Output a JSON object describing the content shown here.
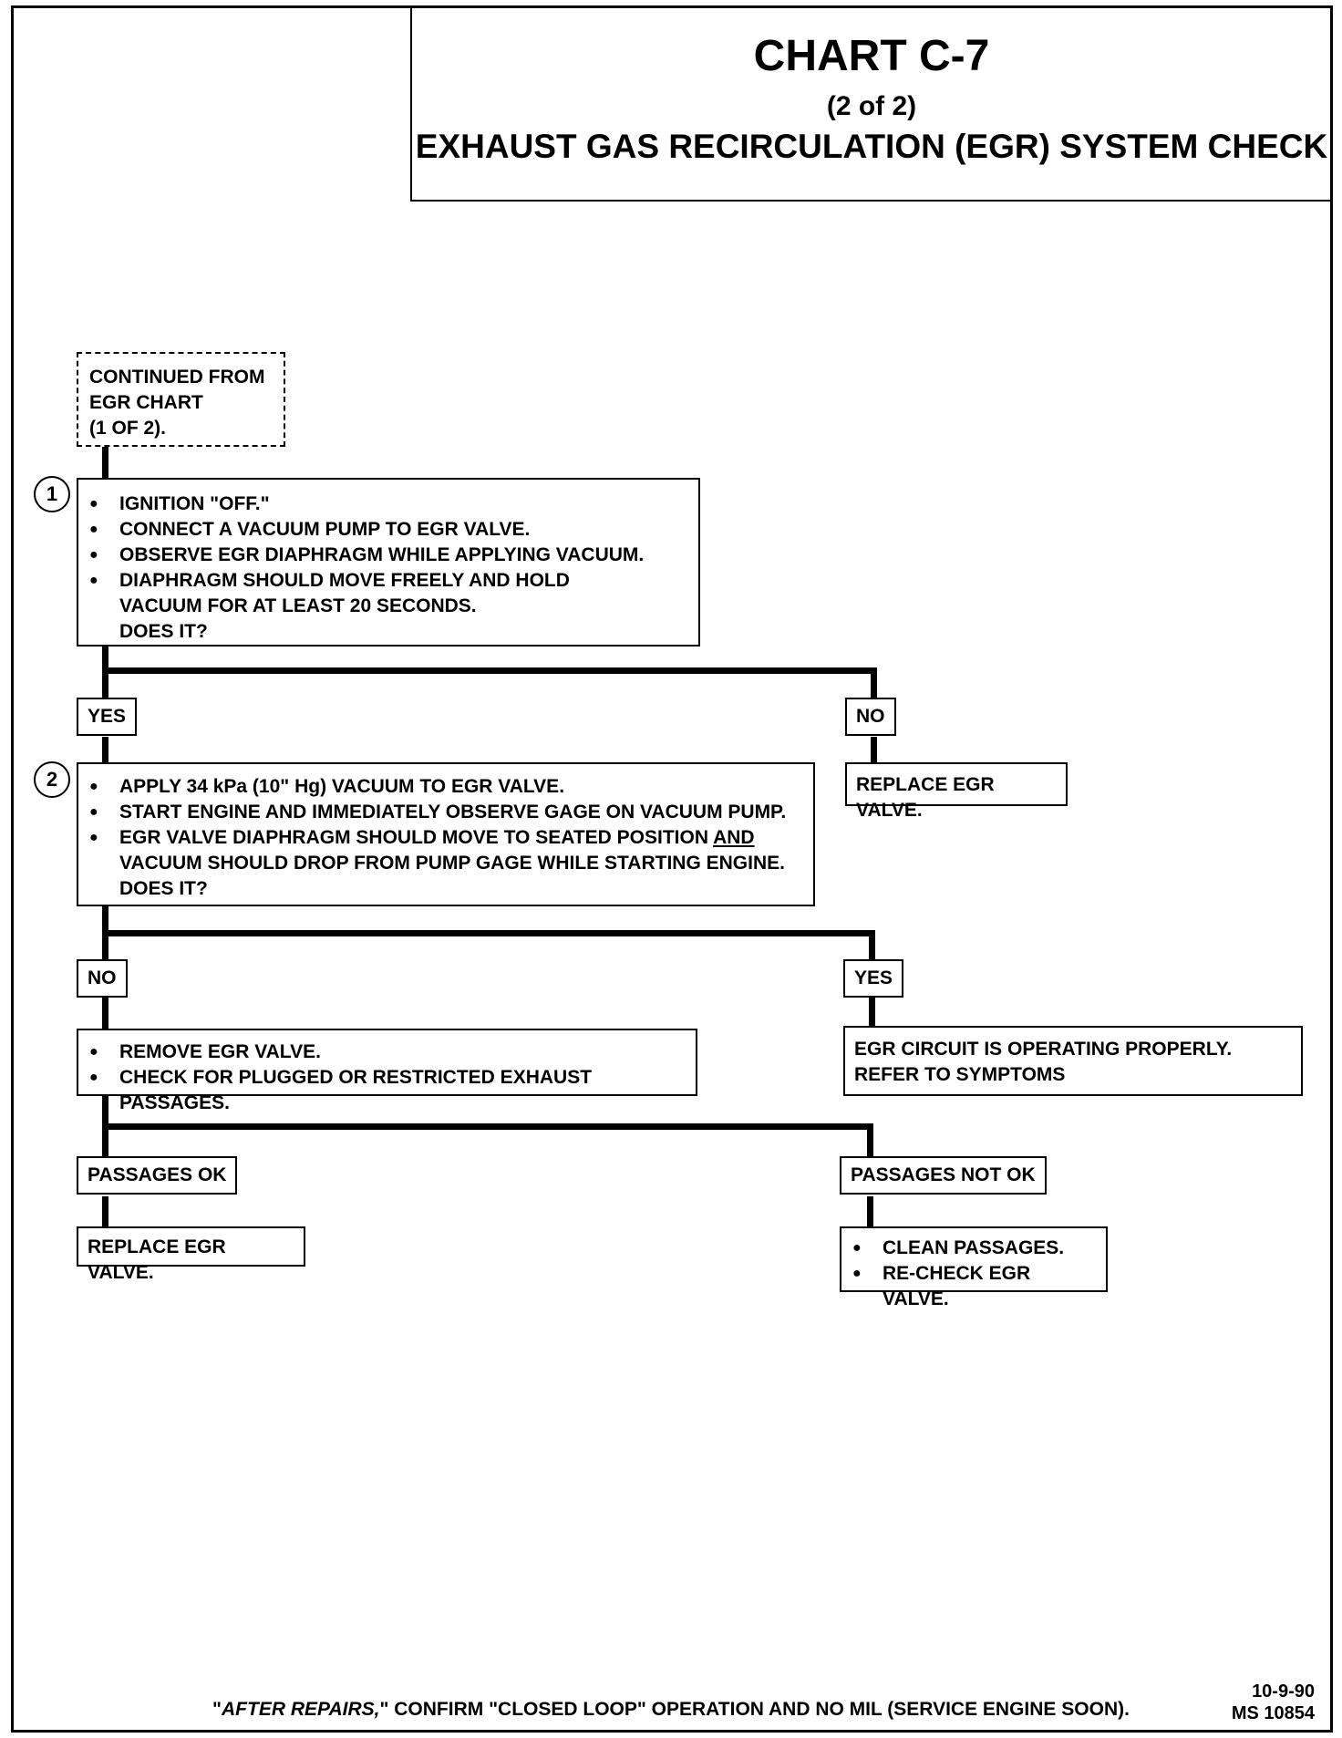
{
  "header": {
    "title": "CHART C-7",
    "subtitle": "(2 of 2)",
    "description": "EXHAUST GAS RECIRCULATION (EGR) SYSTEM CHECK"
  },
  "start": {
    "lines": [
      "CONTINUED FROM",
      "EGR CHART",
      "(1 OF 2)."
    ]
  },
  "step1": {
    "number": "1",
    "bullets": [
      "IGNITION \"OFF.\"",
      "CONNECT A VACUUM PUMP TO EGR VALVE.",
      "OBSERVE EGR DIAPHRAGM WHILE APPLYING VACUUM.",
      "DIAPHRAGM SHOULD MOVE FREELY AND HOLD VACUUM FOR AT LEAST 20 SECONDS."
    ],
    "question": "DOES IT?",
    "yes_label": "YES",
    "no_label": "NO",
    "no_result": "REPLACE EGR VALVE."
  },
  "step2": {
    "number": "2",
    "bullet1": "APPLY 34 kPa (10\" Hg) VACUUM TO EGR VALVE.",
    "bullet2": "START ENGINE AND IMMEDIATELY OBSERVE GAGE ON VACUUM PUMP.",
    "bullet3_pre": "EGR VALVE DIAPHRAGM SHOULD MOVE TO SEATED POSITION ",
    "bullet3_underlined": "AND",
    "bullet3_post": " VACUUM SHOULD DROP FROM PUMP GAGE WHILE STARTING ENGINE.",
    "question": "DOES IT?",
    "no_label": "NO",
    "yes_label": "YES",
    "yes_result": "EGR CIRCUIT IS OPERATING PROPERLY.  REFER TO SYMPTOMS"
  },
  "step3": {
    "bullets": [
      "REMOVE EGR VALVE.",
      "CHECK FOR PLUGGED OR RESTRICTED EXHAUST PASSAGES."
    ],
    "ok_label": "PASSAGES OK",
    "ok_result": "REPLACE EGR VALVE.",
    "notok_label": "PASSAGES NOT OK",
    "notok_bullets": [
      "CLEAN PASSAGES.",
      "RE-CHECK EGR VALVE."
    ]
  },
  "footer": {
    "note_prefix": "\"",
    "note_italic": "AFTER REPAIRS,",
    "note_rest": "\" CONFIRM \"CLOSED LOOP\" OPERATION AND NO MIL (SERVICE ENGINE SOON).",
    "date": "10-9-90",
    "doc_id": "MS 10854"
  }
}
